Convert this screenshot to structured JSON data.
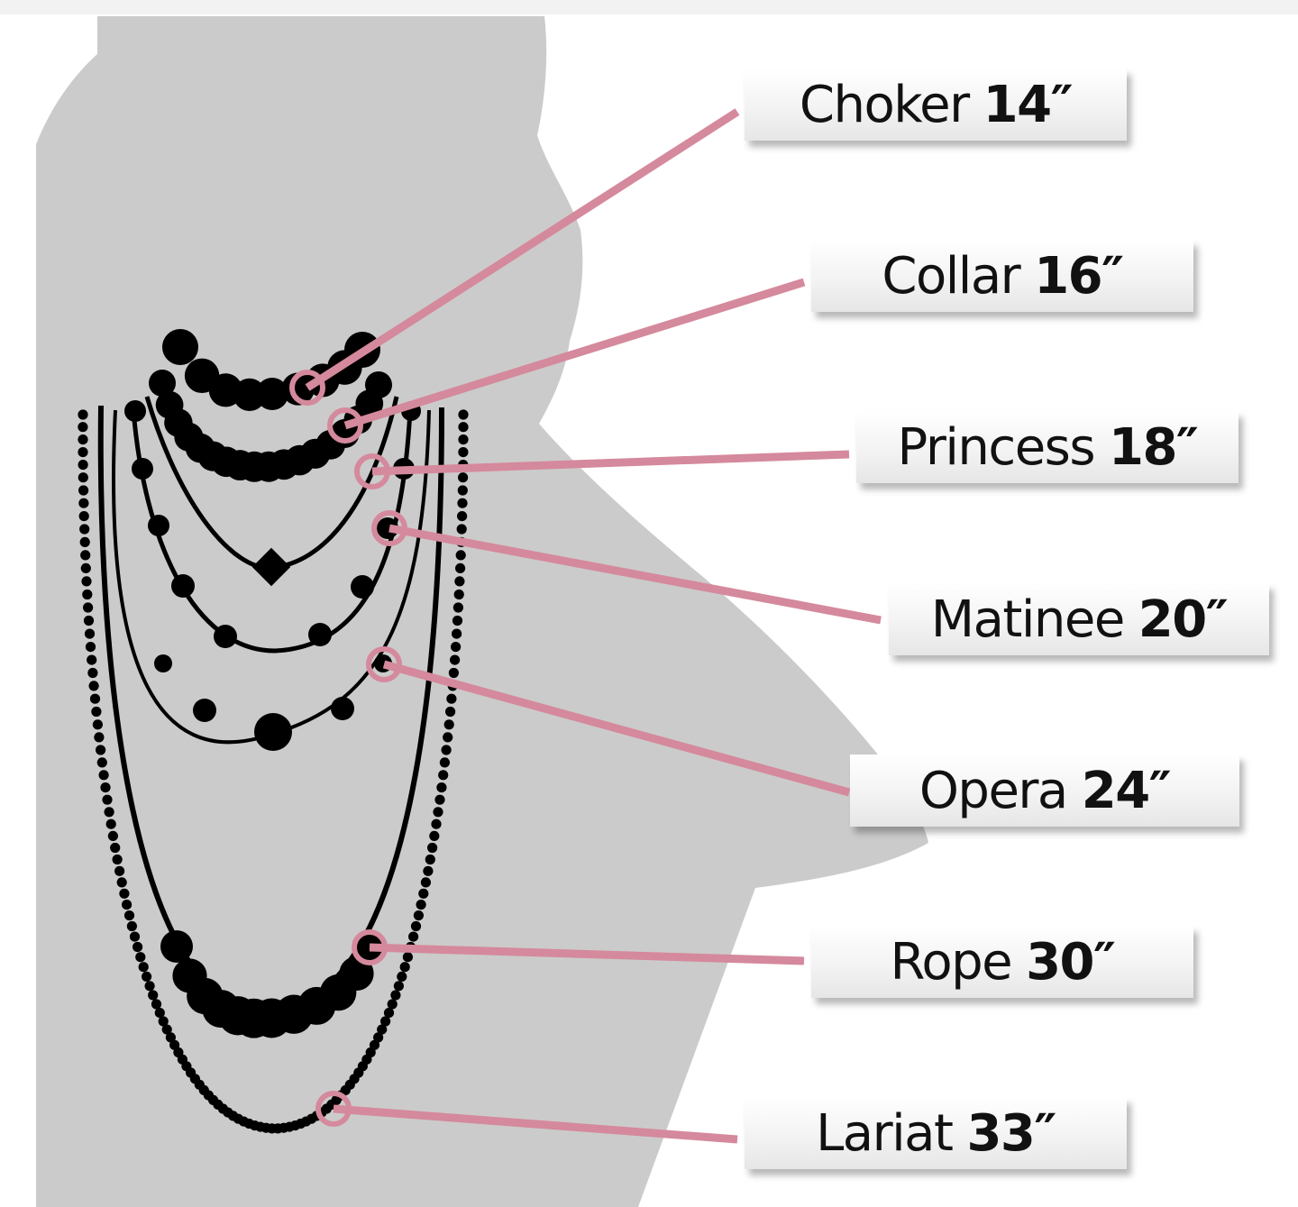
{
  "colors": {
    "silhouette": "#cbcbcb",
    "beads": "#000000",
    "leader": "#d5899c",
    "label_text": "#111111"
  },
  "labels": [
    {
      "name": "Choker",
      "length": "14″"
    },
    {
      "name": "Collar",
      "length": "16″"
    },
    {
      "name": "Princess",
      "length": "18″"
    },
    {
      "name": "Matinee",
      "length": "20″"
    },
    {
      "name": "Opera",
      "length": "24″"
    },
    {
      "name": "Rope",
      "length": "30″"
    },
    {
      "name": "Lariat",
      "length": "33″"
    }
  ]
}
